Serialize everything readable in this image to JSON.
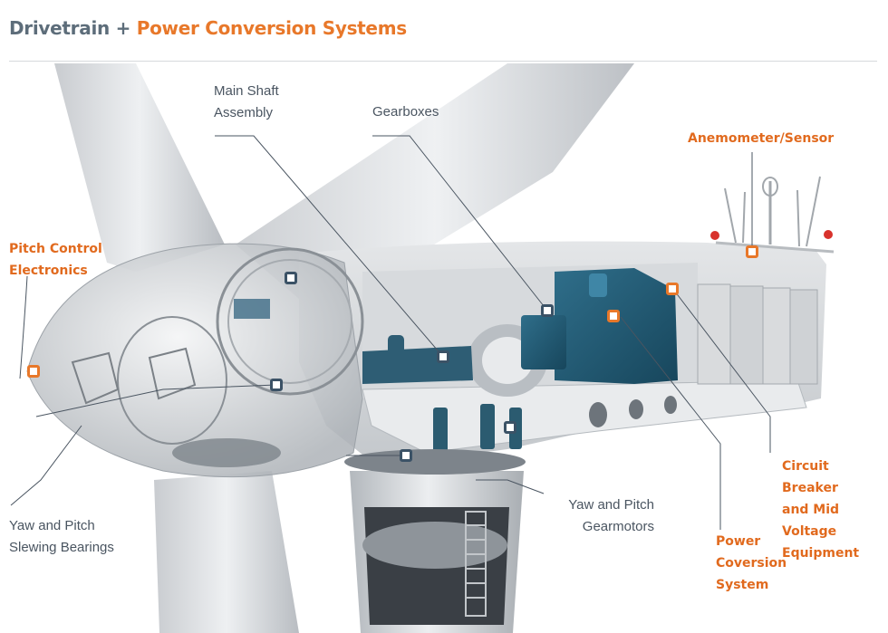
{
  "title": {
    "part1": "Drivetrain +",
    "part2": "Power Conversion Systems"
  },
  "labels": {
    "main_shaft": "Main Shaft\nAssembly",
    "gearboxes": "Gearboxes",
    "anemometer": "Anemometer/Sensor",
    "pitch_control": "Pitch Control\nElectronics",
    "yaw_bearings": "Yaw and Pitch\nSlewing Bearings",
    "yaw_gearmotors": "Yaw and Pitch\nGearmotors",
    "power_conversion": "Power\nCoversion\nSystem",
    "circuit_breaker": "Circuit Breaker\nand Mid Voltage\nEquipment"
  },
  "colors": {
    "title_gray": "#5d6d7a",
    "accent_orange": "#e8782a",
    "callout_blue": "#3b5266",
    "leader_gray": "#4a5561"
  }
}
